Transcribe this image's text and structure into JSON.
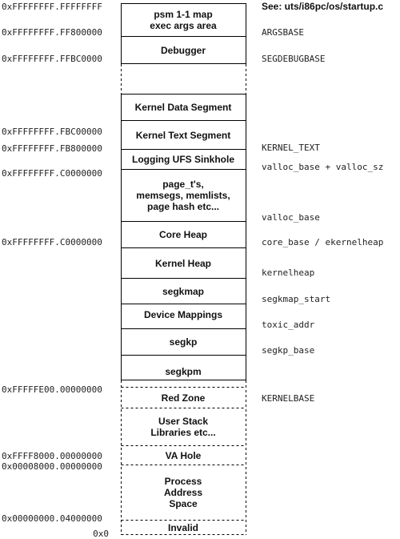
{
  "note": "See: uts/i86pc/os/startup.c",
  "addresses": {
    "a0": "0xFFFFFFFF.FFFFFFFF",
    "a1": "0xFFFFFFFF.FF800000",
    "a2": "0xFFFFFFFF.FFBC0000",
    "a3": "0xFFFFFFFF.FBC00000",
    "a4": "0xFFFFFFFF.FB800000",
    "a5": "0xFFFFFFFF.C0000000",
    "a6": "0xFFFFFFFF.C0000000",
    "a7": "0xFFFFFE00.00000000",
    "a8": "0xFFFF8000.00000000",
    "a9": "0x00008000.00000000",
    "a10": "0x00000000.04000000",
    "a11": "0x0"
  },
  "symbols": {
    "s0": "ARGSBASE",
    "s1": "SEGDEBUGBASE",
    "s2": "KERNEL_TEXT",
    "s3": "valloc_base + valloc_sz",
    "s4": "valloc_base",
    "s5": "core_base / ekernelheap",
    "s6": "kernelheap",
    "s7": "segkmap_start",
    "s8": "toxic_addr",
    "s9": "segkp_base",
    "s10": "KERNELBASE"
  },
  "segments": {
    "psm": "psm 1-1 map\nexec args area",
    "debugger": "Debugger",
    "kdata": "Kernel Data Segment",
    "ktext": "Kernel Text Segment",
    "ufs": "Logging UFS Sinkhole",
    "page": "page_t's,\nmemsegs, memlists,\npage hash etc...",
    "coreheap": "Core Heap",
    "kheap": "Kernel Heap",
    "segkmap": "segkmap",
    "devmap": "Device Mappings",
    "segkp": "segkp",
    "segkpm": "segkpm",
    "redzone": "Red Zone",
    "ustack": "User Stack\nLibraries etc...",
    "vahole": "VA Hole",
    "process": "Process\nAddress\nSpace",
    "invalid": "Invalid"
  }
}
